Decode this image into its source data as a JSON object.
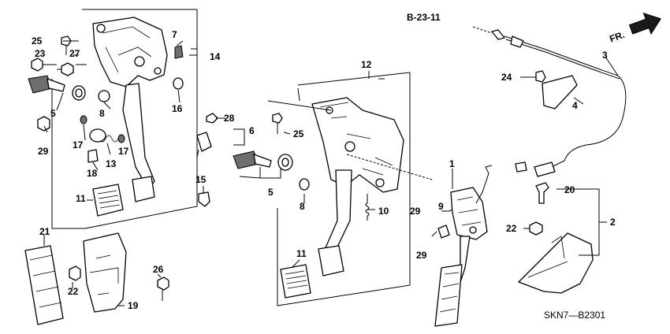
{
  "reference": {
    "section": "B-23-11"
  },
  "orientation": {
    "label": "FR."
  },
  "drawing_code": "SKN7—B2301",
  "callouts": {
    "c25a": "25",
    "c23": "23",
    "c27": "27",
    "c7": "7",
    "c14": "14",
    "c5a": "5",
    "c8a": "8",
    "c16": "16",
    "c28": "28",
    "c6": "6",
    "c29a": "29",
    "c17a": "17",
    "c17b": "17",
    "c13": "13",
    "c18": "18",
    "c15": "15",
    "c11a": "11",
    "c12": "12",
    "c25b": "25",
    "c5b": "5",
    "c8b": "8",
    "c10": "10",
    "c29b": "29",
    "c1": "1",
    "c9": "9",
    "c29c": "29",
    "c11b": "11",
    "c3": "3",
    "c24": "24",
    "c4": "4",
    "c20": "20",
    "c2": "2",
    "c22b": "22",
    "c21": "21",
    "c22a": "22",
    "c26": "26",
    "c19": "19"
  }
}
